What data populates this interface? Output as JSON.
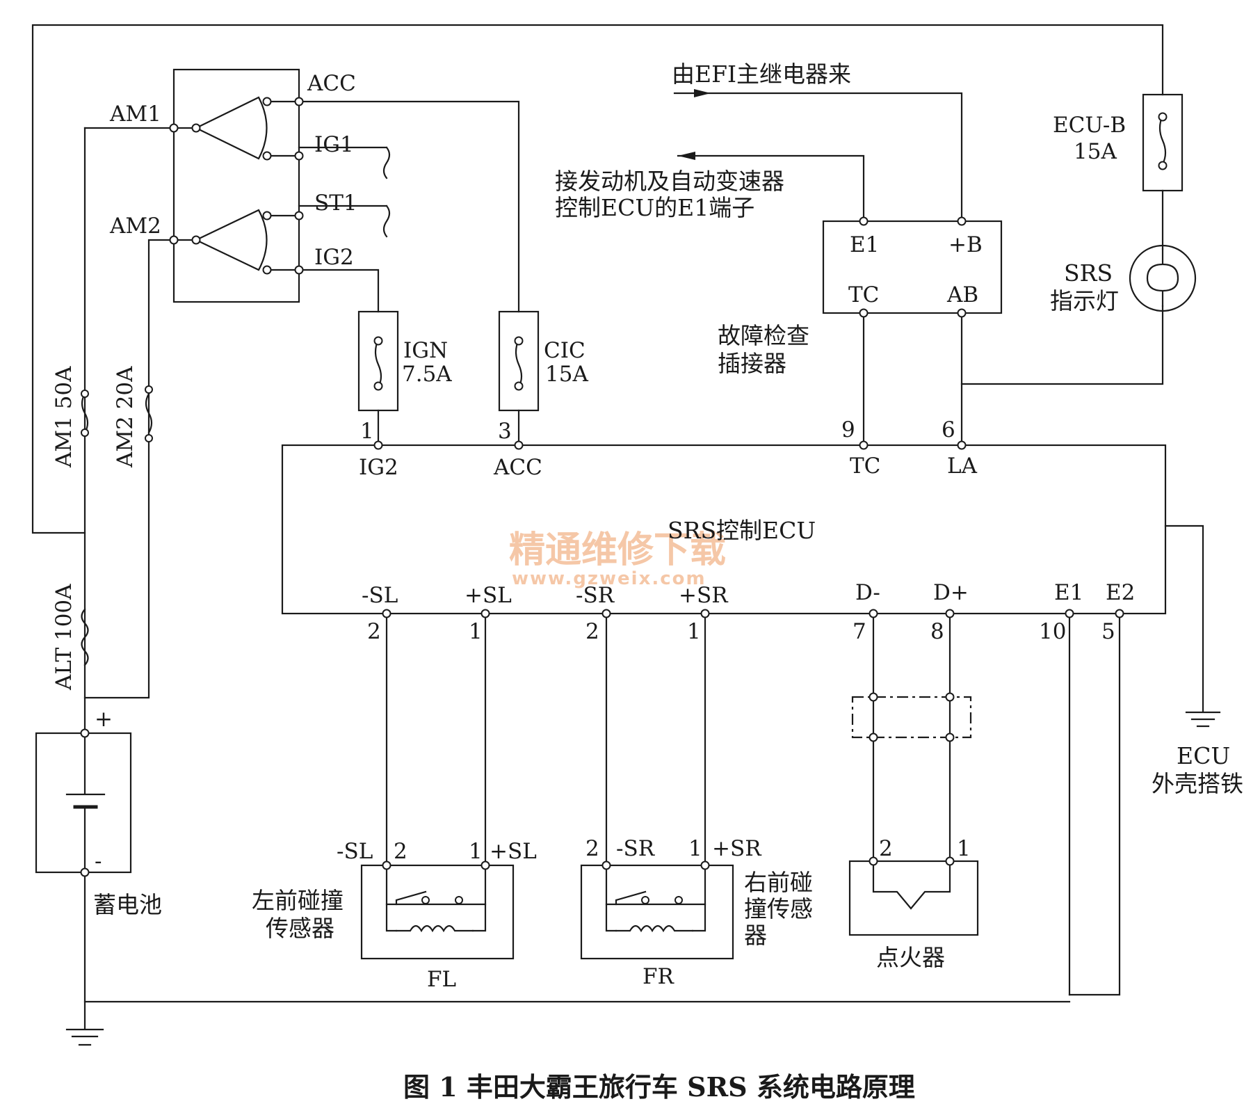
{
  "ignition_switch": {
    "inputs": {
      "am1": "AM1",
      "am2": "AM2"
    },
    "outputs": {
      "acc": "ACC",
      "ig1": "IG1",
      "st1": "ST1",
      "ig2": "IG2"
    }
  },
  "fuses": {
    "am1": "AM1 50A",
    "am2": "AM2 20A",
    "alt": "ALT 100A",
    "ign": {
      "name": "IGN",
      "rating": "7.5A"
    },
    "cic": {
      "name": "CIC",
      "rating": "15A"
    },
    "ecu_b": {
      "name": "ECU-B",
      "rating": "15A"
    }
  },
  "battery": {
    "plus": "+",
    "minus": "-",
    "label": "蓄电池"
  },
  "efi_relay_note": "由EFI主继电器来",
  "engine_ecu_note": {
    "line1": "接发动机及自动变速器",
    "line2": "控制ECU的E1端子"
  },
  "diag_connector": {
    "label_line1": "故障检查",
    "label_line2": "插接器",
    "pins": {
      "e1": "E1",
      "b_plus": "+B",
      "tc": "TC",
      "ab": "AB"
    }
  },
  "srs_lamp": {
    "line1": "SRS",
    "line2": "指示灯"
  },
  "ecu": {
    "title": "SRS控制ECU",
    "top_pins": [
      {
        "num": "1",
        "name": "IG2"
      },
      {
        "num": "3",
        "name": "ACC"
      },
      {
        "num": "9",
        "name": "TC"
      },
      {
        "num": "6",
        "name": "LA"
      }
    ],
    "bottom_pins": [
      {
        "num": "2",
        "name": "-SL"
      },
      {
        "num": "1",
        "name": "+SL"
      },
      {
        "num": "2",
        "name": "-SR"
      },
      {
        "num": "1",
        "name": "+SR"
      },
      {
        "num": "7",
        "name": "D-"
      },
      {
        "num": "8",
        "name": "D+"
      },
      {
        "num": "10",
        "name": "E1"
      },
      {
        "num": "5",
        "name": "E2"
      }
    ]
  },
  "ecu_ground": {
    "line1": "ECU",
    "line2": "外壳搭铁"
  },
  "sensor_fl": {
    "minus_label": "-SL",
    "plus_label": "+SL",
    "pin_minus": "2",
    "pin_plus": "1",
    "name_line1": "左前碰撞",
    "name_line2": "传感器",
    "code": "FL"
  },
  "sensor_fr": {
    "minus_label": "-SR",
    "plus_label": "+SR",
    "pin_minus": "2",
    "pin_plus": "1",
    "name_line1": "右前碰",
    "name_line2": "撞传感",
    "name_line3": "器",
    "code": "FR"
  },
  "igniter": {
    "pin_minus": "2",
    "pin_plus": "1",
    "label": "点火器"
  },
  "watermark": {
    "text": "精通维修下载",
    "url": "www.gzweix.com"
  },
  "caption": "图 1 丰田大霸王旅行车 SRS 系统电路原理"
}
